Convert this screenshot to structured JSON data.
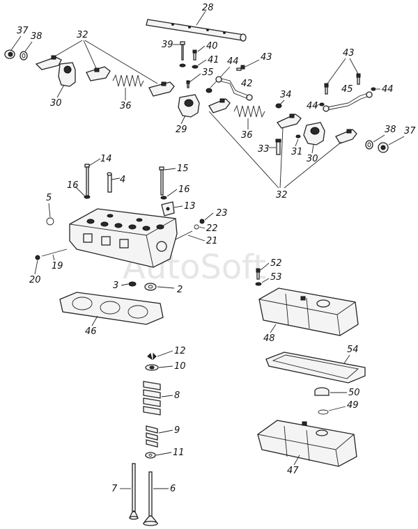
{
  "watermark": "AutoSoft",
  "labels": {
    "n28": "28",
    "n37a": "37",
    "n38a": "38",
    "n32a": "32",
    "n39": "39",
    "n40": "40",
    "n41": "41",
    "n44a": "44",
    "n43a": "43",
    "n35": "35",
    "n42": "42",
    "n43b": "43",
    "n30a": "30",
    "n36a": "36",
    "n29": "29",
    "n34": "34",
    "n45": "45",
    "n44b": "44",
    "n44c": "44",
    "n36b": "36",
    "n33": "33",
    "n31": "31",
    "n30b": "30",
    "n38b": "38",
    "n37b": "37",
    "n32b": "32",
    "n14": "14",
    "n4": "4",
    "n15": "15",
    "n16a": "16",
    "n16b": "16",
    "n5": "5",
    "n13": "13",
    "n23": "23",
    "n22": "22",
    "n21": "21",
    "n19": "19",
    "n20": "20",
    "n3": "3",
    "n2": "2",
    "n52": "52",
    "n53": "53",
    "n46": "46",
    "n48": "48",
    "n12": "12",
    "n10": "10",
    "n8": "8",
    "n54": "54",
    "n9": "9",
    "n11": "11",
    "n50": "50",
    "n49": "49",
    "n7": "7",
    "n6": "6",
    "n47": "47"
  }
}
